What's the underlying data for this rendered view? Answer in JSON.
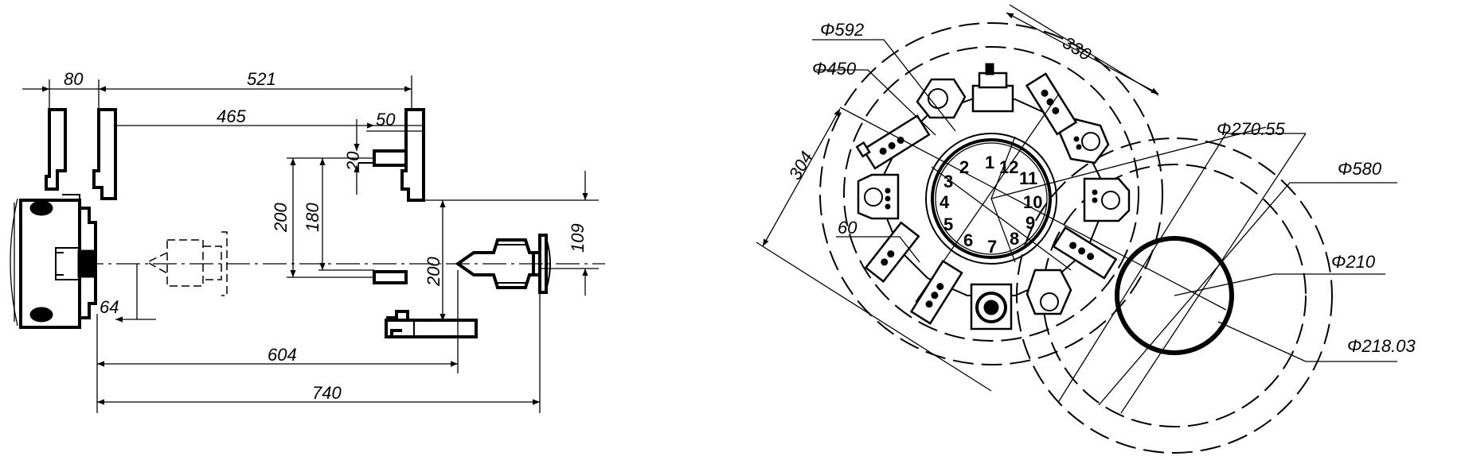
{
  "side_view": {
    "dimensions": {
      "d80": "80",
      "d521": "521",
      "d465": "465",
      "d50": "50",
      "d20": "20",
      "d200_left": "200",
      "d180": "180",
      "d109": "109",
      "d200_right": "200",
      "d64": "64",
      "d604": "604",
      "d740": "740"
    }
  },
  "turret_view": {
    "dimensions": {
      "phi592": "Φ592",
      "phi450": "Φ450",
      "d330": "330",
      "d304": "304",
      "d60": "60",
      "phi270": "Φ270.55",
      "phi580": "Φ580",
      "phi210": "Φ210",
      "phi218": "Φ218.03"
    },
    "station_numbers": [
      "1",
      "2",
      "3",
      "4",
      "5",
      "6",
      "7",
      "8",
      "9",
      "10",
      "11",
      "12"
    ]
  }
}
